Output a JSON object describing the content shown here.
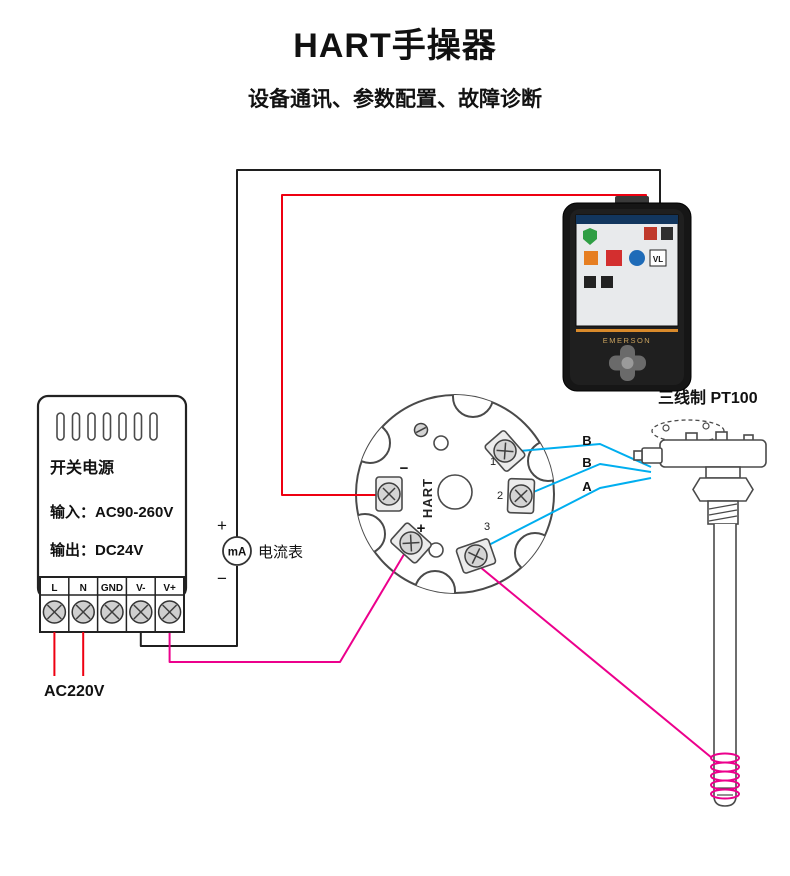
{
  "title": "HART手操器",
  "subtitle": "设备通讯、参数配置、故障诊断",
  "colors": {
    "wire_black": "#1f1f1f",
    "wire_red": "#ee0011",
    "wire_pink": "#ec008c",
    "wire_cyan": "#00aeef",
    "accent_orange": "#d98a2b",
    "brand_gold": "#c9a25e"
  },
  "power_supply": {
    "name": "开关电源",
    "input": "输入：AC90-260V",
    "output": "输出：DC24V",
    "terminals": [
      "L",
      "N",
      "GND",
      "V-",
      "V+"
    ],
    "mains_label": "AC220V"
  },
  "meter": {
    "unit": "mA",
    "caption": "电流表",
    "plus": "+",
    "minus": "−"
  },
  "transmitter": {
    "brand": "HART",
    "plus": "+",
    "minus": "−",
    "terminal_numbers": [
      "1",
      "2",
      "3"
    ]
  },
  "sensor": {
    "type_label": "三线制 PT100",
    "wire_labels": [
      "B",
      "B",
      "A"
    ]
  },
  "handheld": {
    "brand": "EMERSON",
    "app_badge": "VL",
    "screen_icons": [
      "security-shield-icon",
      "red-app-icon",
      "dark-app-icon",
      "orange-app-icon",
      "pdf-app-icon",
      "help-app-icon",
      "valvelink-app-icon",
      "black-app-icon",
      "black-app-icon-2"
    ]
  }
}
